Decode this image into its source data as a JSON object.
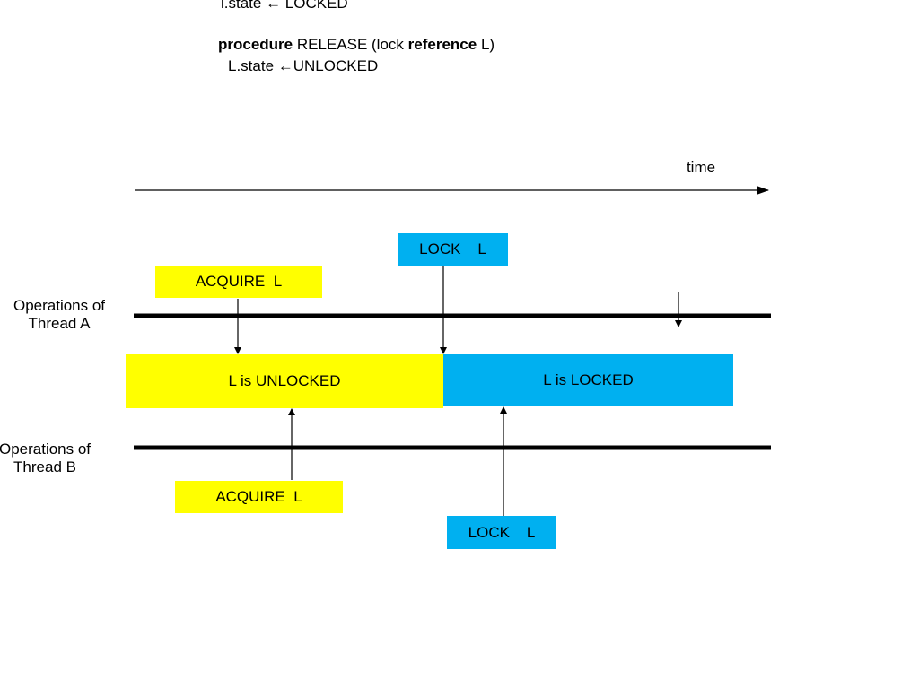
{
  "colors": {
    "yellow": "#ffff00",
    "blue": "#00b0f0",
    "line": "#000000"
  },
  "code": {
    "acquire_tail": "l.state ← LOCKED",
    "release_keyword": "procedure",
    "release_name": "RELEASE (lock",
    "release_ref_keyword": "reference",
    "release_arg": "L)",
    "release_body": "L.state ←UNLOCKED"
  },
  "diagram": {
    "time_label": "time",
    "thread_a_label": "Operations of\nThread A",
    "thread_b_label": "Operations of\nThread B",
    "state_unlocked": "L is UNLOCKED",
    "state_locked": "L is LOCKED",
    "thread_a_acquire": "ACQUIRE  L",
    "thread_a_lock": "LOCK    L",
    "thread_b_acquire": "ACQUIRE  L",
    "thread_b_lock": "LOCK    L"
  }
}
